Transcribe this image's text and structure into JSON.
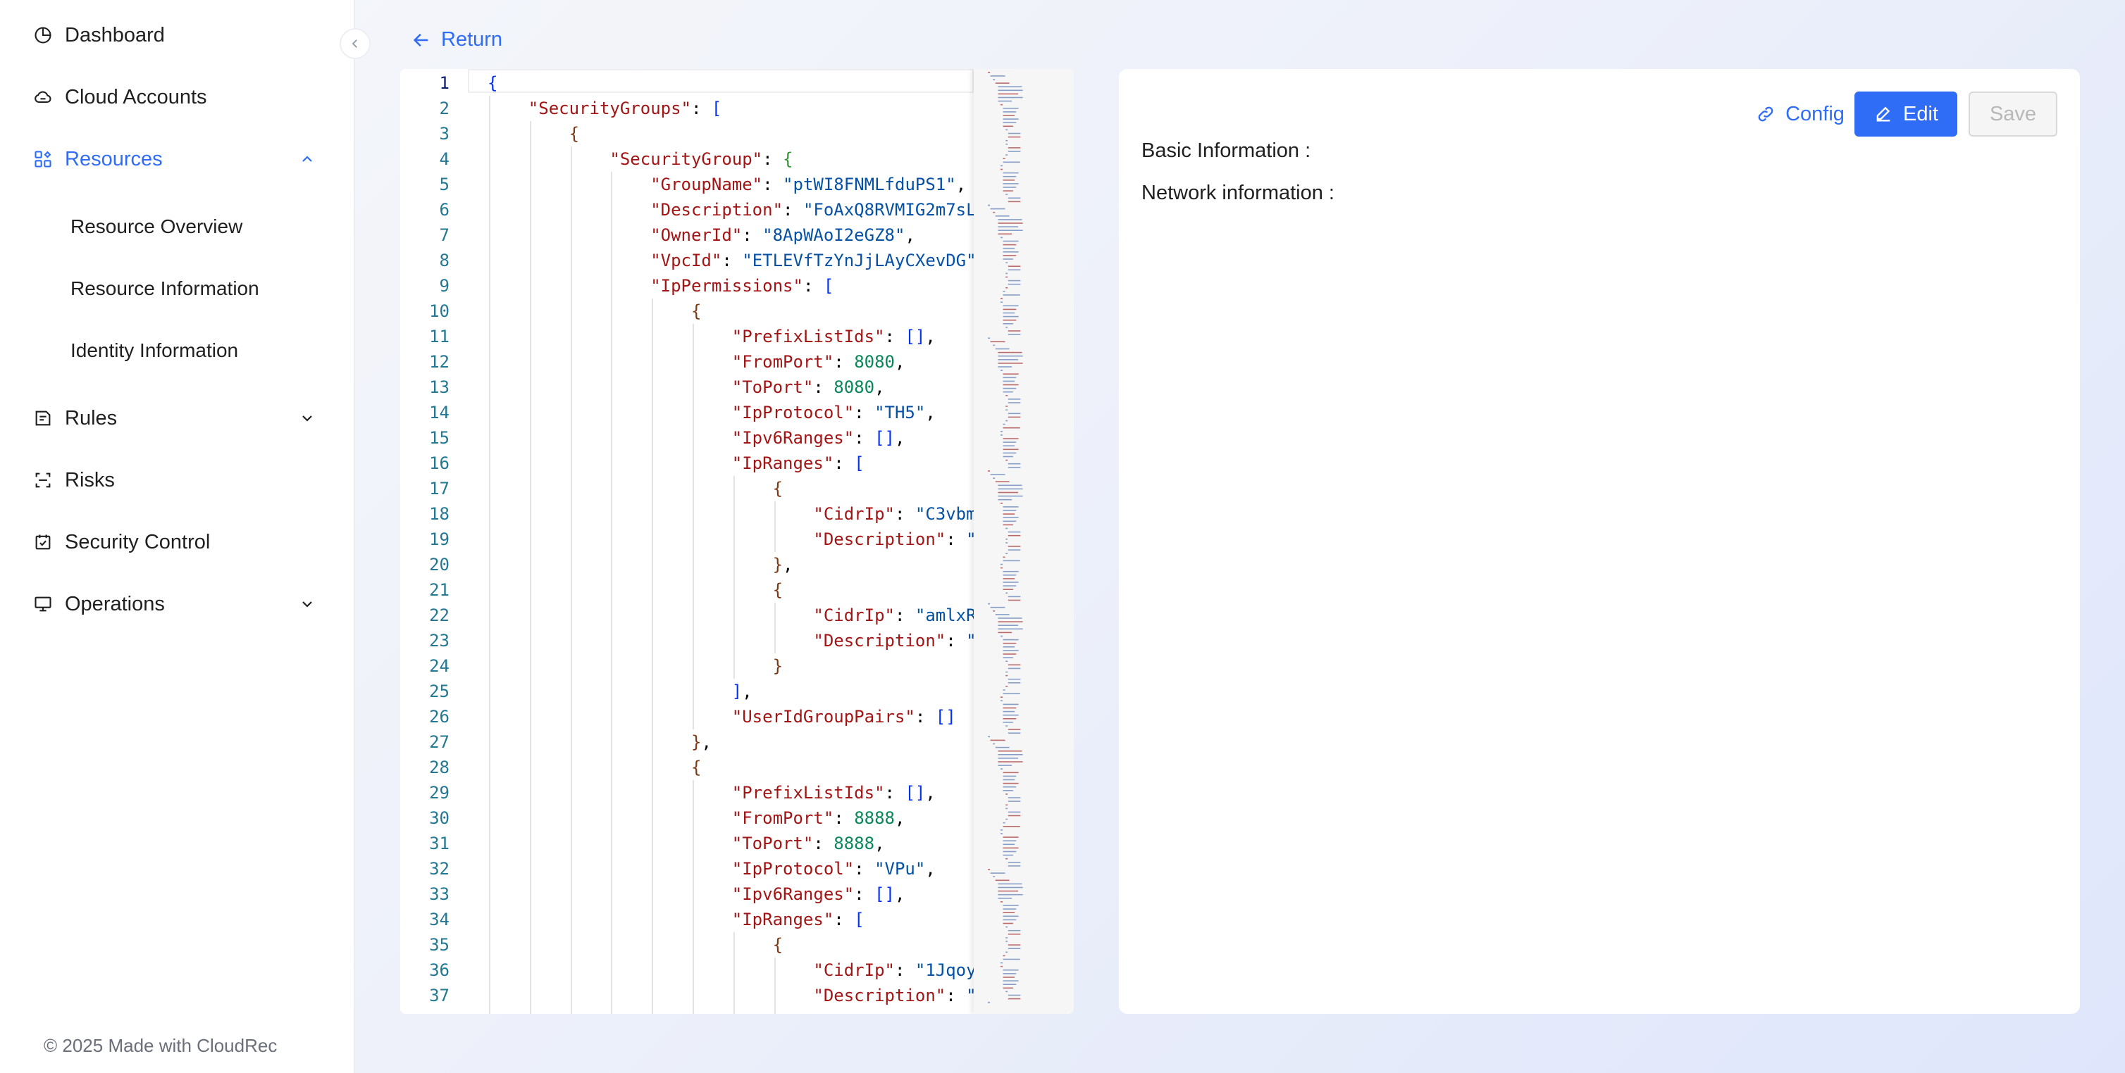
{
  "sidebar": {
    "items": [
      {
        "label": "Dashboard",
        "icon": "dashboard-icon"
      },
      {
        "label": "Cloud Accounts",
        "icon": "cloud-icon"
      },
      {
        "label": "Resources",
        "icon": "resources-icon",
        "expanded": true
      },
      {
        "label": "Rules",
        "icon": "rules-icon"
      },
      {
        "label": "Risks",
        "icon": "risks-icon"
      },
      {
        "label": "Security Control",
        "icon": "security-control-icon"
      },
      {
        "label": "Operations",
        "icon": "operations-icon"
      }
    ],
    "sub_items": [
      "Resource Overview",
      "Resource Information",
      "Identity Information"
    ],
    "footer": "© 2025 Made with CloudRec"
  },
  "main": {
    "return_label": "Return"
  },
  "editor": {
    "lines": [
      "{",
      "    \"SecurityGroups\": [",
      "        {",
      "            \"SecurityGroup\": {",
      "                \"GroupName\": \"ptWI8FNMLfduPS1\",",
      "                \"Description\": \"FoAxQ8RVMIG2m7sL",
      "                \"OwnerId\": \"8ApWAoI2eGZ8\",",
      "                \"VpcId\": \"ETLEVfTzYnJjLAyCXevDG\"",
      "                \"IpPermissions\": [",
      "                    {",
      "                        \"PrefixListIds\": [],",
      "                        \"FromPort\": 8080,",
      "                        \"ToPort\": 8080,",
      "                        \"IpProtocol\": \"TH5\",",
      "                        \"Ipv6Ranges\": [],",
      "                        \"IpRanges\": [",
      "                            {",
      "                                \"CidrIp\": \"C3vbm",
      "                                \"Description\": \"",
      "                            },",
      "                            {",
      "                                \"CidrIp\": \"amlxR",
      "                                \"Description\": \"",
      "                            }",
      "                        ],",
      "                        \"UserIdGroupPairs\": []",
      "                    },",
      "                    {",
      "                        \"PrefixListIds\": [],",
      "                        \"FromPort\": 8888,",
      "                        \"ToPort\": 8888,",
      "                        \"IpProtocol\": \"VPu\",",
      "                        \"Ipv6Ranges\": [],",
      "                        \"IpRanges\": [",
      "                            {",
      "                                \"CidrIp\": \"1Jqoy",
      "                                \"Description\": \""
    ],
    "line_numbers": [
      "1",
      "2",
      "3",
      "4",
      "5",
      "6",
      "7",
      "8",
      "9",
      "10",
      "11",
      "12",
      "13",
      "14",
      "15",
      "16",
      "17",
      "18",
      "19",
      "20",
      "21",
      "22",
      "23",
      "24",
      "25",
      "26",
      "27",
      "28",
      "29",
      "30",
      "31",
      "32",
      "33",
      "34",
      "35",
      "36",
      "37"
    ]
  },
  "panel": {
    "config_label": "Config",
    "edit_label": "Edit",
    "save_label": "Save",
    "basic_info_label": "Basic Information :",
    "network_info_label": "Network information :"
  },
  "colors": {
    "accent": "#2f6df6",
    "json_key": "#a31515",
    "json_string": "#0451a5",
    "json_number": "#098658",
    "line_number": "#237893"
  }
}
